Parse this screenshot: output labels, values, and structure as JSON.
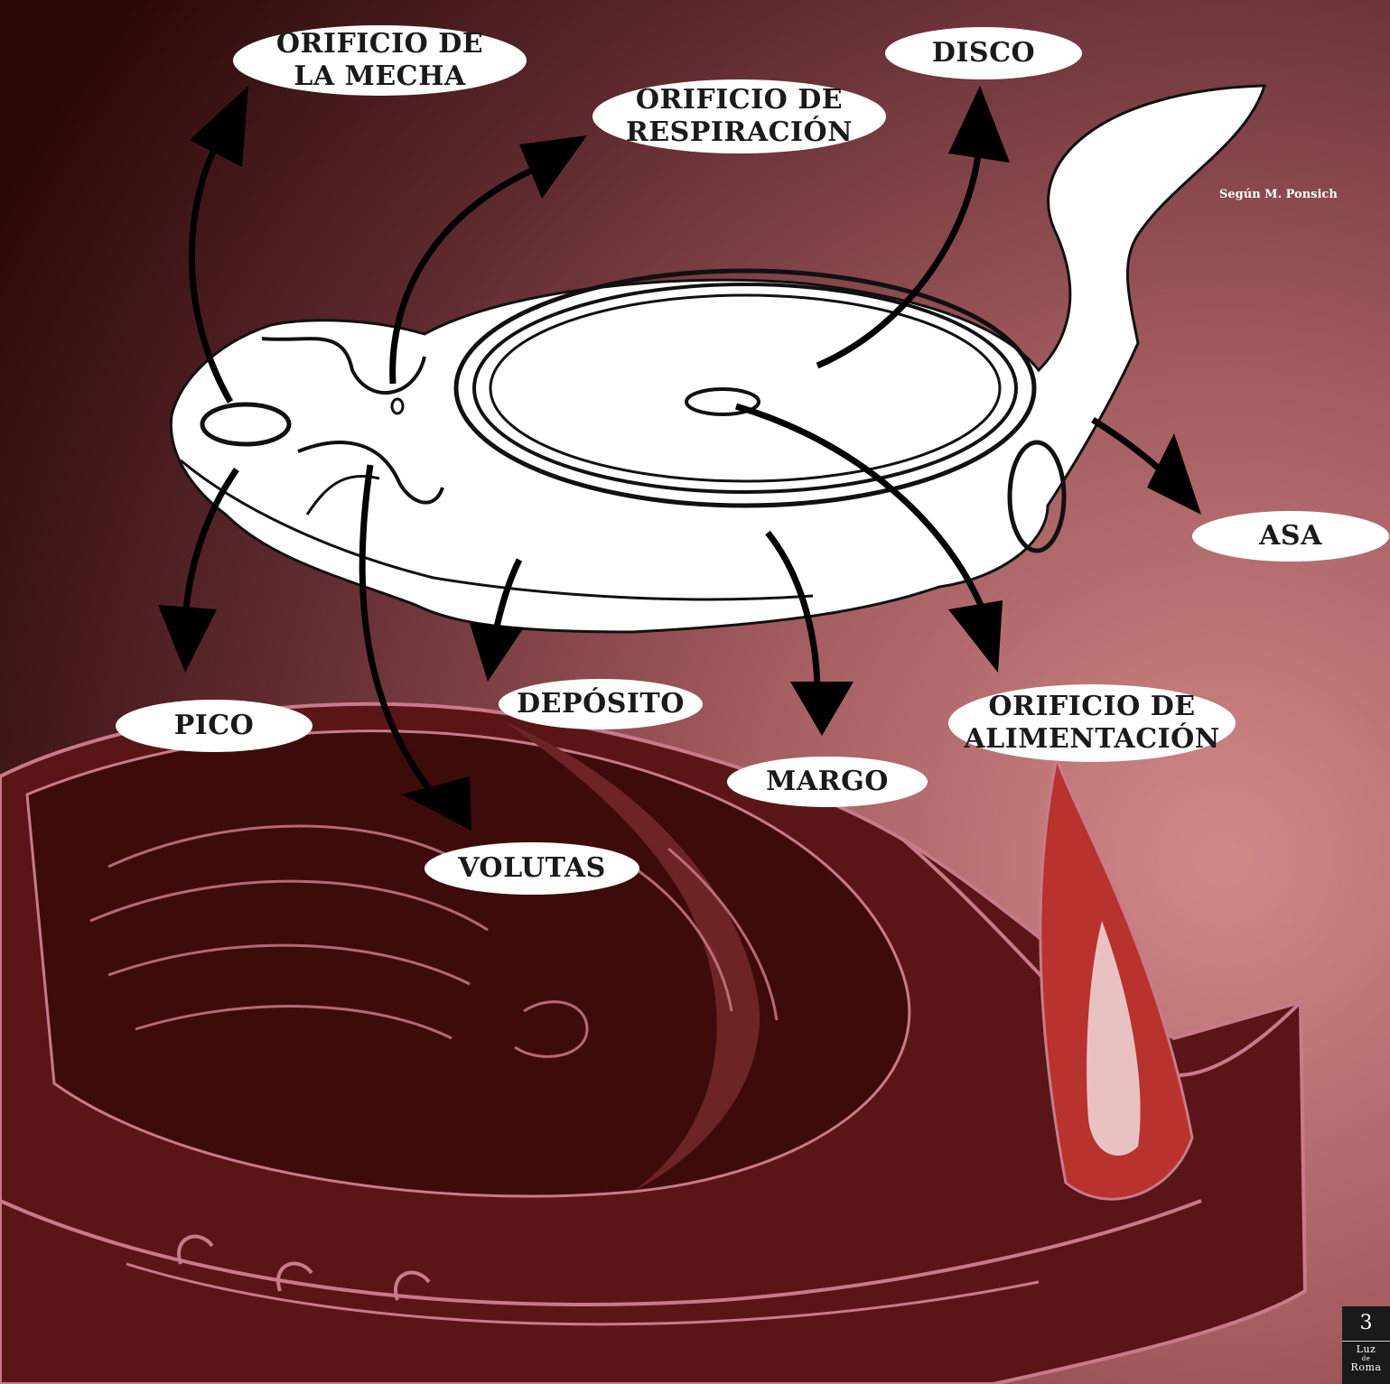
{
  "labels": {
    "mecha": "ORIFICIO DE\nLA MECHA",
    "respiracion": "ORIFICIO DE\nRESPIRACIÓN",
    "disco": "DISCO",
    "asa": "ASA",
    "pico": "PICO",
    "deposito": "DEPÓSITO",
    "margo": "MARGO",
    "alimentacion": "ORIFICIO DE\nALIMENTACIÓN",
    "volutas": "VOLUTAS"
  },
  "credit": "Según M. Ponsich",
  "page": {
    "number": "3",
    "logo_top": "Luz",
    "logo_mid": "de",
    "logo_bottom": "Roma"
  },
  "colors": {
    "bg_dark": "#2a0808",
    "bg_light": "#d08585",
    "lamp_body": "#4e0f0f",
    "lamp_line": "#c97a8a",
    "drawing": "#ffffff",
    "arrow": "#000000",
    "flame": "#b8322e"
  }
}
